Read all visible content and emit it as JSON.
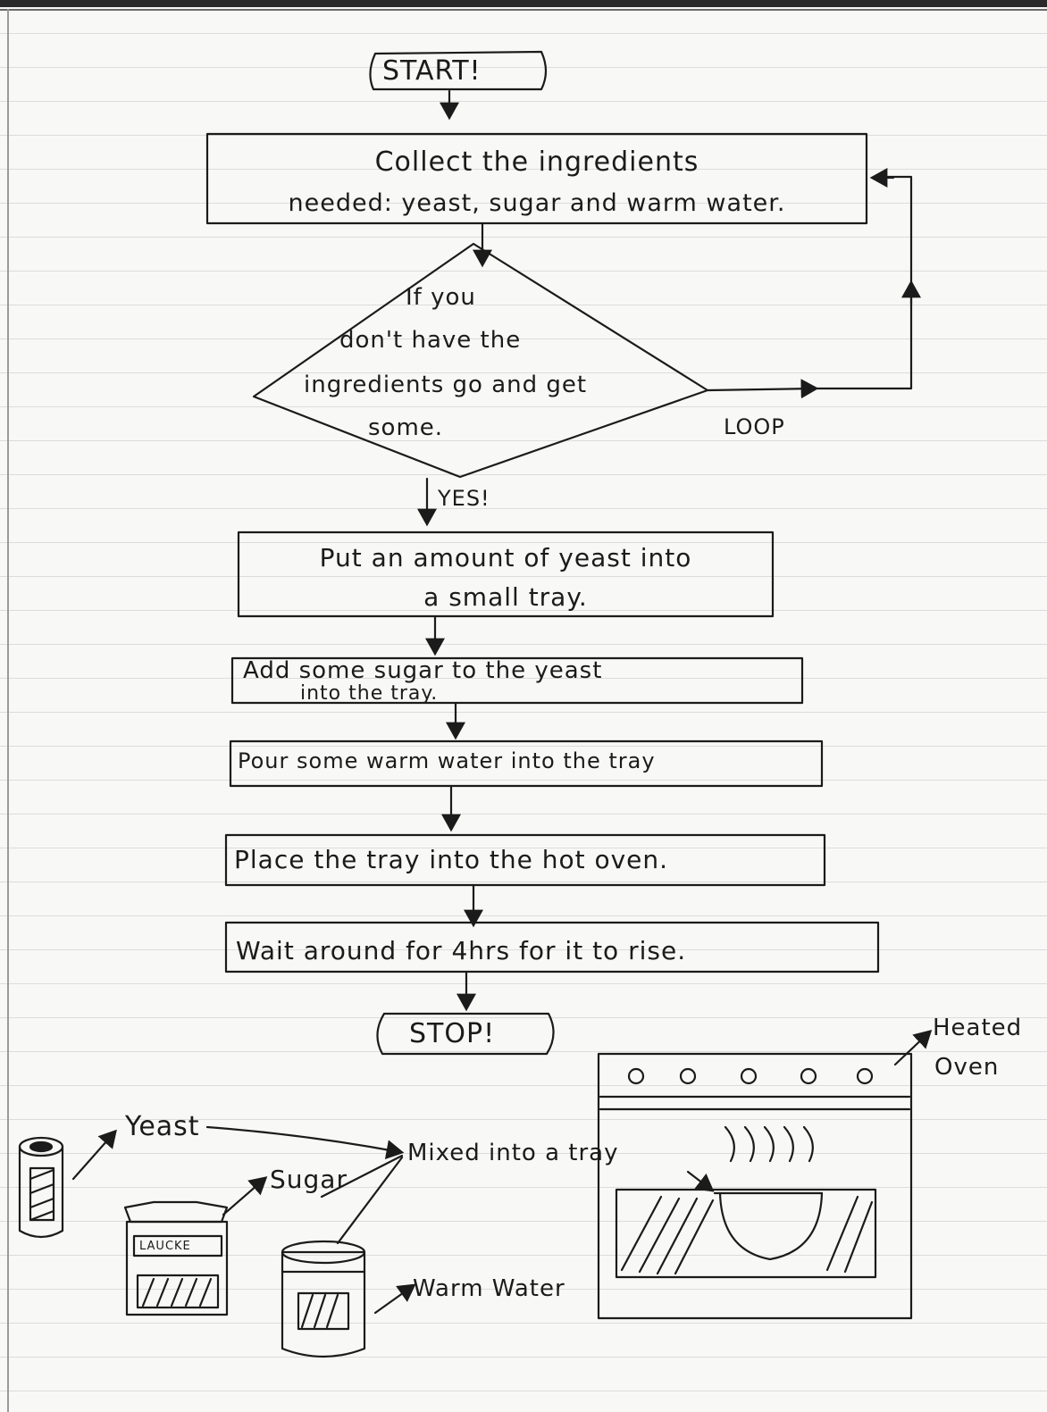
{
  "flowchart": {
    "start": "START!",
    "step_collect": {
      "line1": "Collect the ingredients",
      "line2": "needed: yeast, sugar and warm water."
    },
    "decision": {
      "line1": "If you",
      "line2": "don't have the",
      "line3": "ingredients go and get",
      "line4": "some."
    },
    "loop_label": "LOOP",
    "yes_label": "YES!",
    "step_put": {
      "line1": "Put an amount of yeast into",
      "line2": "a small tray."
    },
    "step_add": {
      "line1": "Add some sugar to the yeast",
      "line2": "into the tray."
    },
    "step_pour": "Pour some warm water into the tray",
    "step_place": "Place the tray into the hot oven.",
    "step_wait": "Wait around for 4hrs for it to rise.",
    "stop": "STOP!"
  },
  "illustration": {
    "yeast_label": "Yeast",
    "sugar_label": "Sugar",
    "mixed_label": "Mixed into a tray",
    "warm_water_label": "Warm Water",
    "oven_label_line1": "Heated",
    "oven_label_line2": "Oven",
    "sugar_box_brand": "LAUCKE"
  },
  "colors": {
    "ink": "#1b1b1b",
    "paper": "#f8f8f6",
    "rule_line": "#dcdcdc"
  }
}
